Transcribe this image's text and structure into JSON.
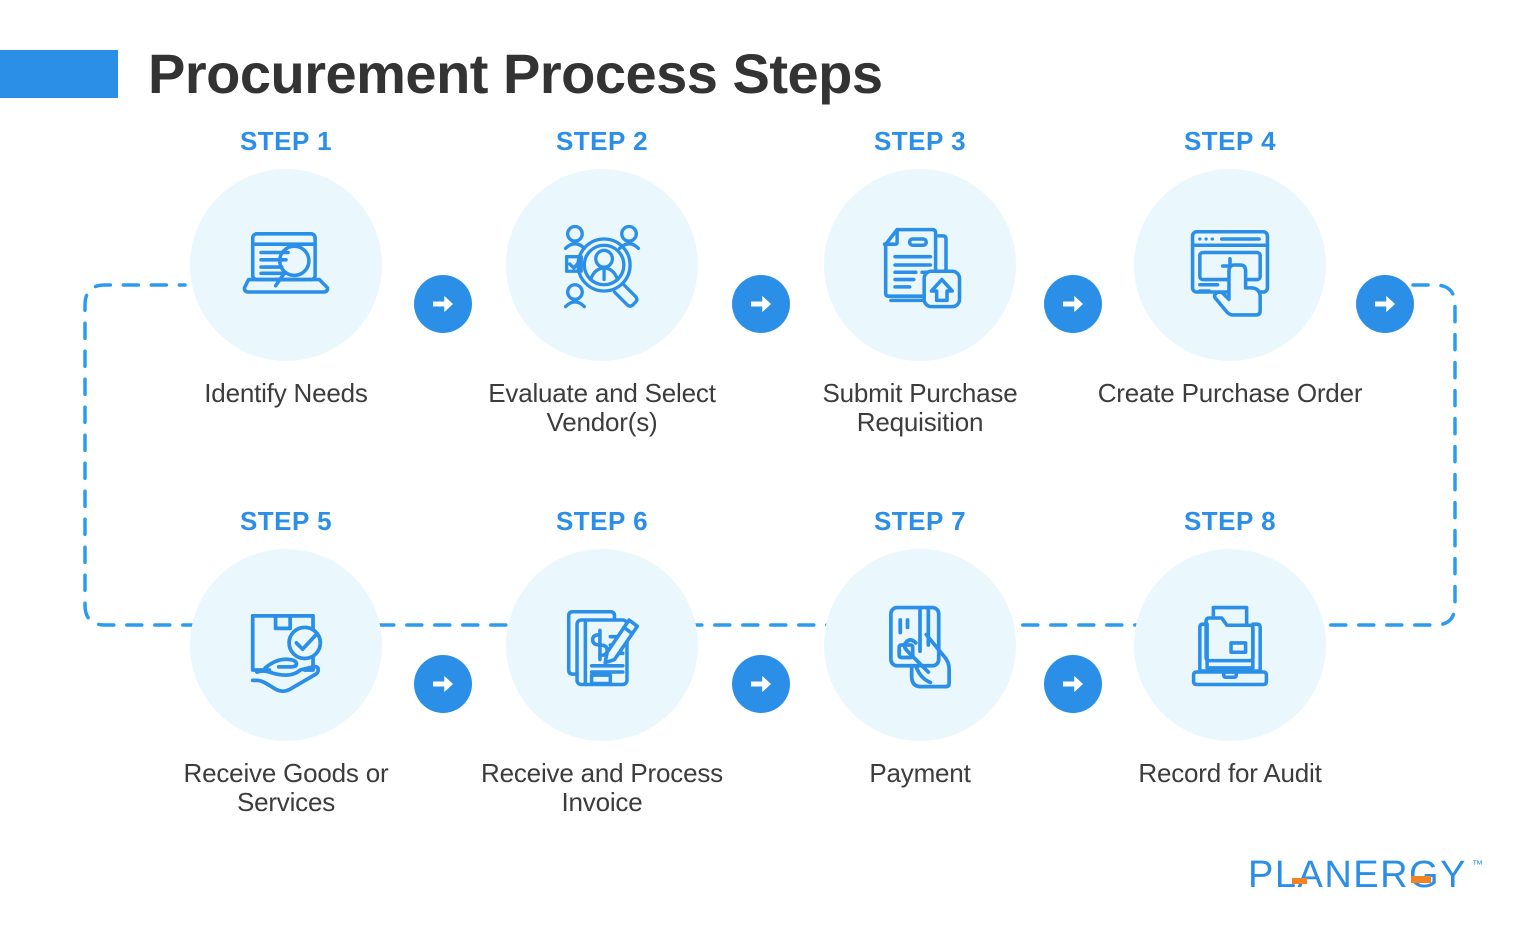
{
  "header": {
    "title": "Procurement Process Steps",
    "accent_color": "#2b8fe8"
  },
  "theme": {
    "primary_blue": "#2b8fe8",
    "circle_fill": "#eaf7fc",
    "text_dark": "#3c3c3c",
    "title_dark": "#333333",
    "logo_blue": "#2b8fe8",
    "logo_orange": "#f58220"
  },
  "steps": [
    {
      "heading": "STEP 1",
      "label": "Identify Needs",
      "icon": "laptop-magnifier-icon"
    },
    {
      "heading": "STEP 2",
      "label": "Evaluate and Select Vendor(s)",
      "icon": "people-magnifier-icon"
    },
    {
      "heading": "STEP 3",
      "label": "Submit Purchase Requisition",
      "icon": "documents-upload-icon"
    },
    {
      "heading": "STEP 4",
      "label": "Create Purchase Order",
      "icon": "browser-plus-hand-icon"
    },
    {
      "heading": "STEP 5",
      "label": "Receive Goods or Services",
      "icon": "package-hand-check-icon"
    },
    {
      "heading": "STEP 6",
      "label": "Receive and Process Invoice",
      "icon": "invoice-pen-icon"
    },
    {
      "heading": "STEP 7",
      "label": "Payment",
      "icon": "hand-credit-card-icon"
    },
    {
      "heading": "STEP 8",
      "label": "Record for Audit",
      "icon": "laptop-folder-icon"
    }
  ],
  "connectors": {
    "arrow_icon": "arrow-right-icon",
    "wrap_icon": "dashed-wrap-connector"
  },
  "logo": {
    "wordmark": "PLANERGY",
    "trademark": "™"
  }
}
